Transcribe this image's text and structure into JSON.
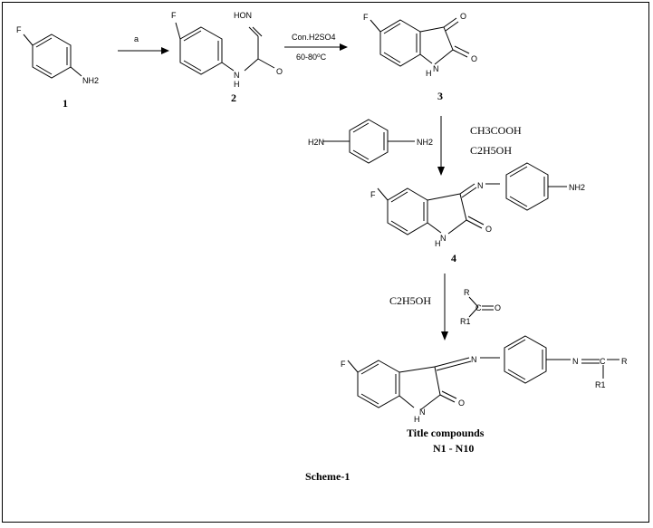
{
  "compounds": [
    {
      "number": "1",
      "labels": {
        "F": "F",
        "NH2": "NH2"
      }
    },
    {
      "number": "2",
      "labels": {
        "F": "F",
        "HON": "HON",
        "NH": "H",
        "N": "N",
        "O": "O"
      }
    },
    {
      "number": "3",
      "labels": {
        "F": "F",
        "O1": "O",
        "O2": "O",
        "NH": "H",
        "N": "N"
      }
    },
    {
      "number": "4",
      "labels": {
        "F": "F",
        "N": "N",
        "NH2": "NH2",
        "NH": "H",
        "N2": "N",
        "O": "O"
      }
    }
  ],
  "reagents": {
    "step1": "a",
    "step2_top": "Con.H2SO4",
    "step2_bottom": "60-80⁰C",
    "step3_reagent": "H2N",
    "step3_reagent_right": "NH2",
    "step3_acid": "CH3COOH",
    "step3_solvent": "C2H5OH",
    "step4_solvent": "C2H5OH",
    "step4_carbonyl_R": "R",
    "step4_carbonyl_C": "C",
    "step4_carbonyl_O": "O",
    "step4_carbonyl_R1": "R1"
  },
  "product": {
    "labels": {
      "F": "F",
      "N1": "N",
      "N2": "N",
      "C": "C",
      "R": "R",
      "R1": "R1",
      "NH": "H",
      "N3": "N",
      "O": "O"
    },
    "title_line1": "Title compounds",
    "title_line2": "N1 - N10"
  },
  "caption": "Scheme-1"
}
